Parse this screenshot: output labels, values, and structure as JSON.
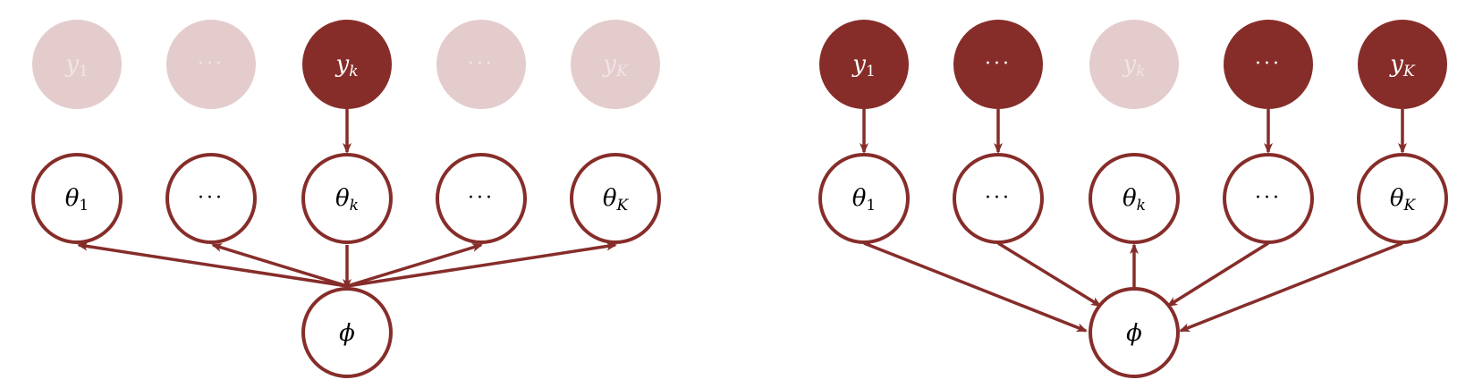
{
  "colors": {
    "accent": "#862d2a",
    "faded_fill": "#e4cccd",
    "faded_text": "#f1e4e5",
    "node_fill": "#ffffff",
    "label_dark": "#000000",
    "label_light": "#ffffff"
  },
  "panels": [
    {
      "observed": [
        "y_k"
      ],
      "labels": {
        "y_1": "y",
        "y_1_sub": "1",
        "y_dots_a": "···",
        "y_k": "y",
        "y_k_sub": "k",
        "y_dots_b": "···",
        "y_K": "y",
        "y_K_sub": "K",
        "theta_1": "θ",
        "theta_1_sub": "1",
        "theta_dots_a": "···",
        "theta_k": "θ",
        "theta_k_sub": "k",
        "theta_dots_b": "···",
        "theta_K": "θ",
        "theta_K_sub": "K",
        "phi": "ϕ"
      }
    },
    {
      "observed": [
        "y_1",
        "y_dots_a",
        "y_dots_b",
        "y_K"
      ],
      "labels": {
        "y_1": "y",
        "y_1_sub": "1",
        "y_dots_a": "···",
        "y_k": "y",
        "y_k_sub": "k",
        "y_dots_b": "···",
        "y_K": "y",
        "y_K_sub": "K",
        "theta_1": "θ",
        "theta_1_sub": "1",
        "theta_dots_a": "···",
        "theta_k": "θ",
        "theta_k_sub": "k",
        "theta_dots_b": "···",
        "theta_K": "θ",
        "theta_K_sub": "K",
        "phi": "ϕ"
      }
    }
  ]
}
